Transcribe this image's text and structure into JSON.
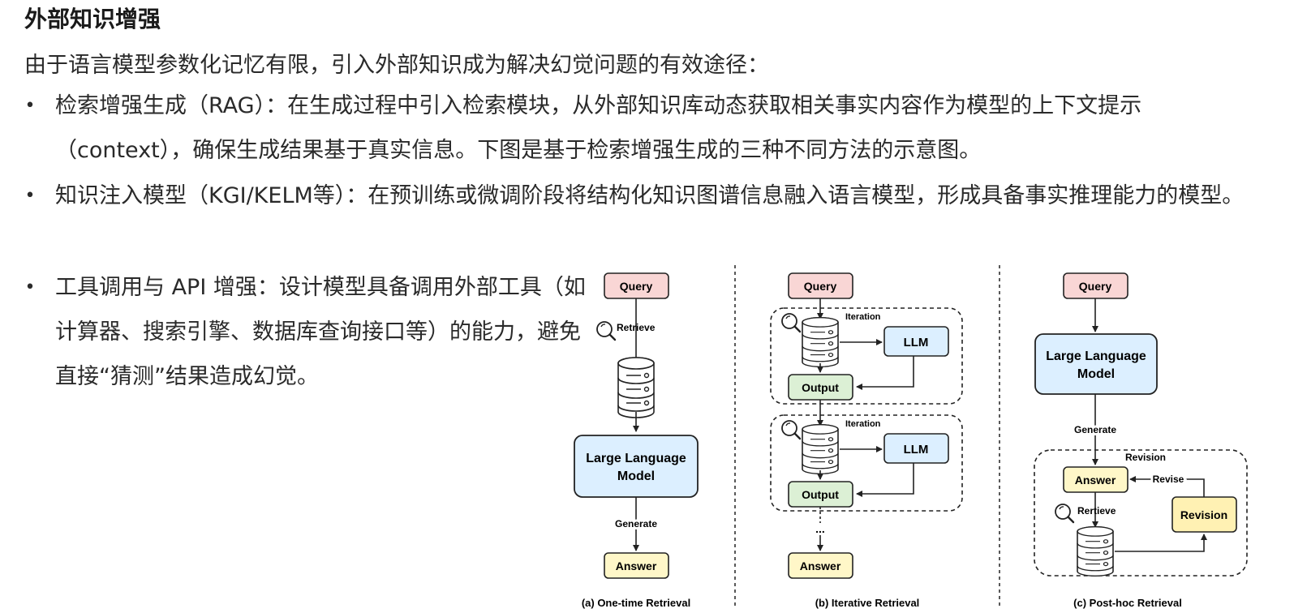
{
  "heading": "外部知识增强",
  "intro": "由于语言模型参数化记忆有限，引入外部知识成为解决幻觉问题的有效途径：",
  "bullets": [
    {
      "marker": "•",
      "text": "检索增强生成（RAG）：在生成过程中引入检索模块，从外部知识库动态获取相关事实内容作为模型的上下文提示（context），确保生成结果基于真实信息。下图是基于检索增强生成的三种不同方法的示意图。"
    },
    {
      "marker": "•",
      "text": "知识注入模型（KGI/KELM等）：在预训练或微调阶段将结构化知识图谱信息融入语言模型，形成具备事实推理能力的模型。"
    },
    {
      "marker": "•",
      "text": "工具调用与 API 增强：设计模型具备调用外部工具（如计算器、搜索引擎、数据库查询接口等）的能力，避免直接“猜测”结果造成幻觉。"
    }
  ],
  "diagram": {
    "colors": {
      "query": "#f9d6d5",
      "llm": "#dcefff",
      "answer": "#fff7c8",
      "output": "#dcf0d5",
      "revision": "#fff1b3",
      "stroke": "#222222"
    },
    "a": {
      "query": "Query",
      "retrieve": "Retrieve",
      "llm_line1": "Large Language",
      "llm_line2": "Model",
      "generate": "Generate",
      "answer": "Answer",
      "caption": "(a) One-time Retrieval"
    },
    "b": {
      "query": "Query",
      "iteration1": "Iteration",
      "llm1": "LLM",
      "output1": "Output",
      "iteration2": "Iteration",
      "llm2": "LLM",
      "output2": "Output",
      "ellipsis": "...",
      "answer": "Answer",
      "caption": "(b) Iterative Retrieval"
    },
    "c": {
      "query": "Query",
      "llm_line1": "Large Language",
      "llm_line2": "Model",
      "generate": "Generate",
      "revision_label": "Revision",
      "answer": "Answer",
      "revise": "Revise",
      "retrieve": "Rertieve",
      "revision_box": "Revision",
      "caption": "(c) Post-hoc Retrieval"
    }
  }
}
